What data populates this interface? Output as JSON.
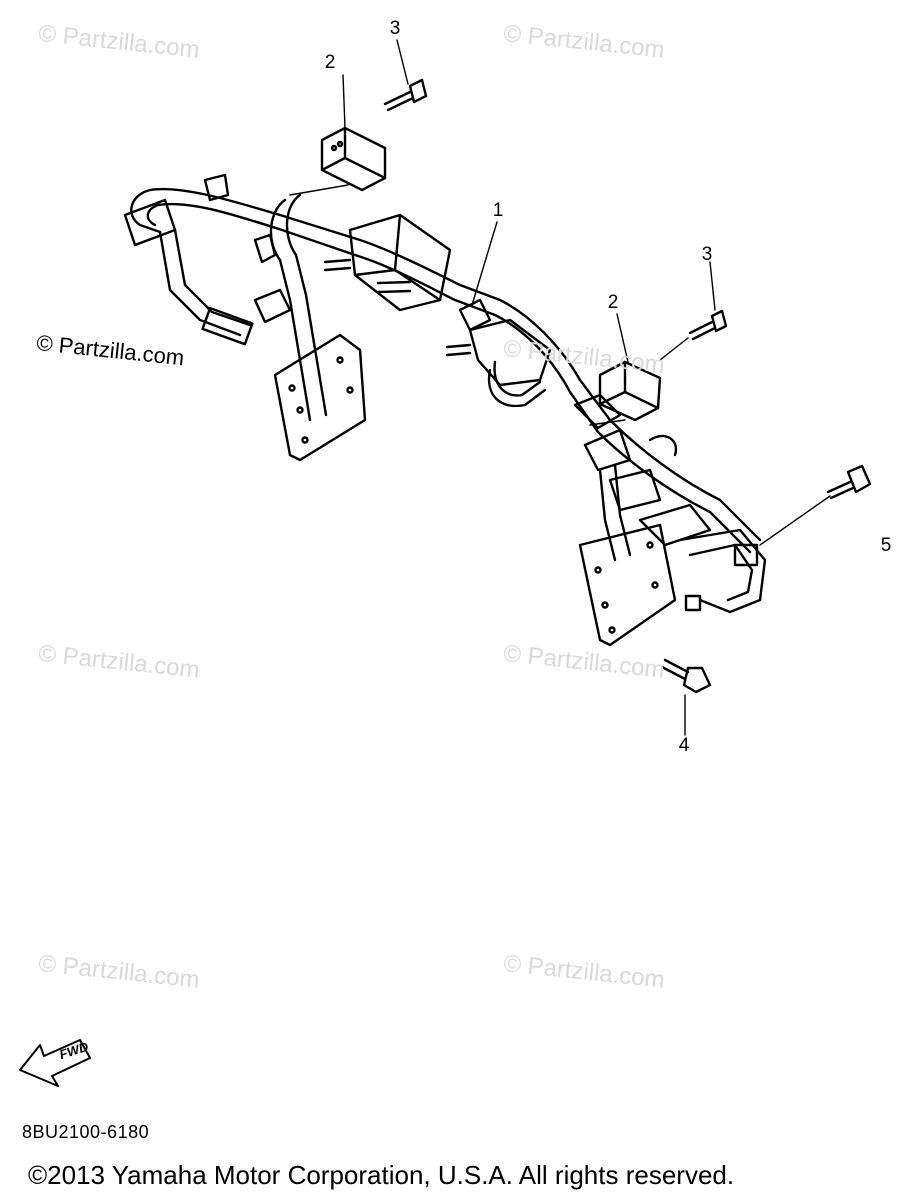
{
  "watermark": "© Partzilla.com",
  "callouts": {
    "part1": "1",
    "part2_left": "2",
    "part3_left": "3",
    "part2_right": "2",
    "part3_right": "3",
    "part4": "4",
    "part5": "5"
  },
  "fwd_label": "FWD",
  "diagram_code": "8BU2100-6180",
  "copyright": "©2013 Yamaha Motor Corporation, U.S.A. All rights reserved."
}
